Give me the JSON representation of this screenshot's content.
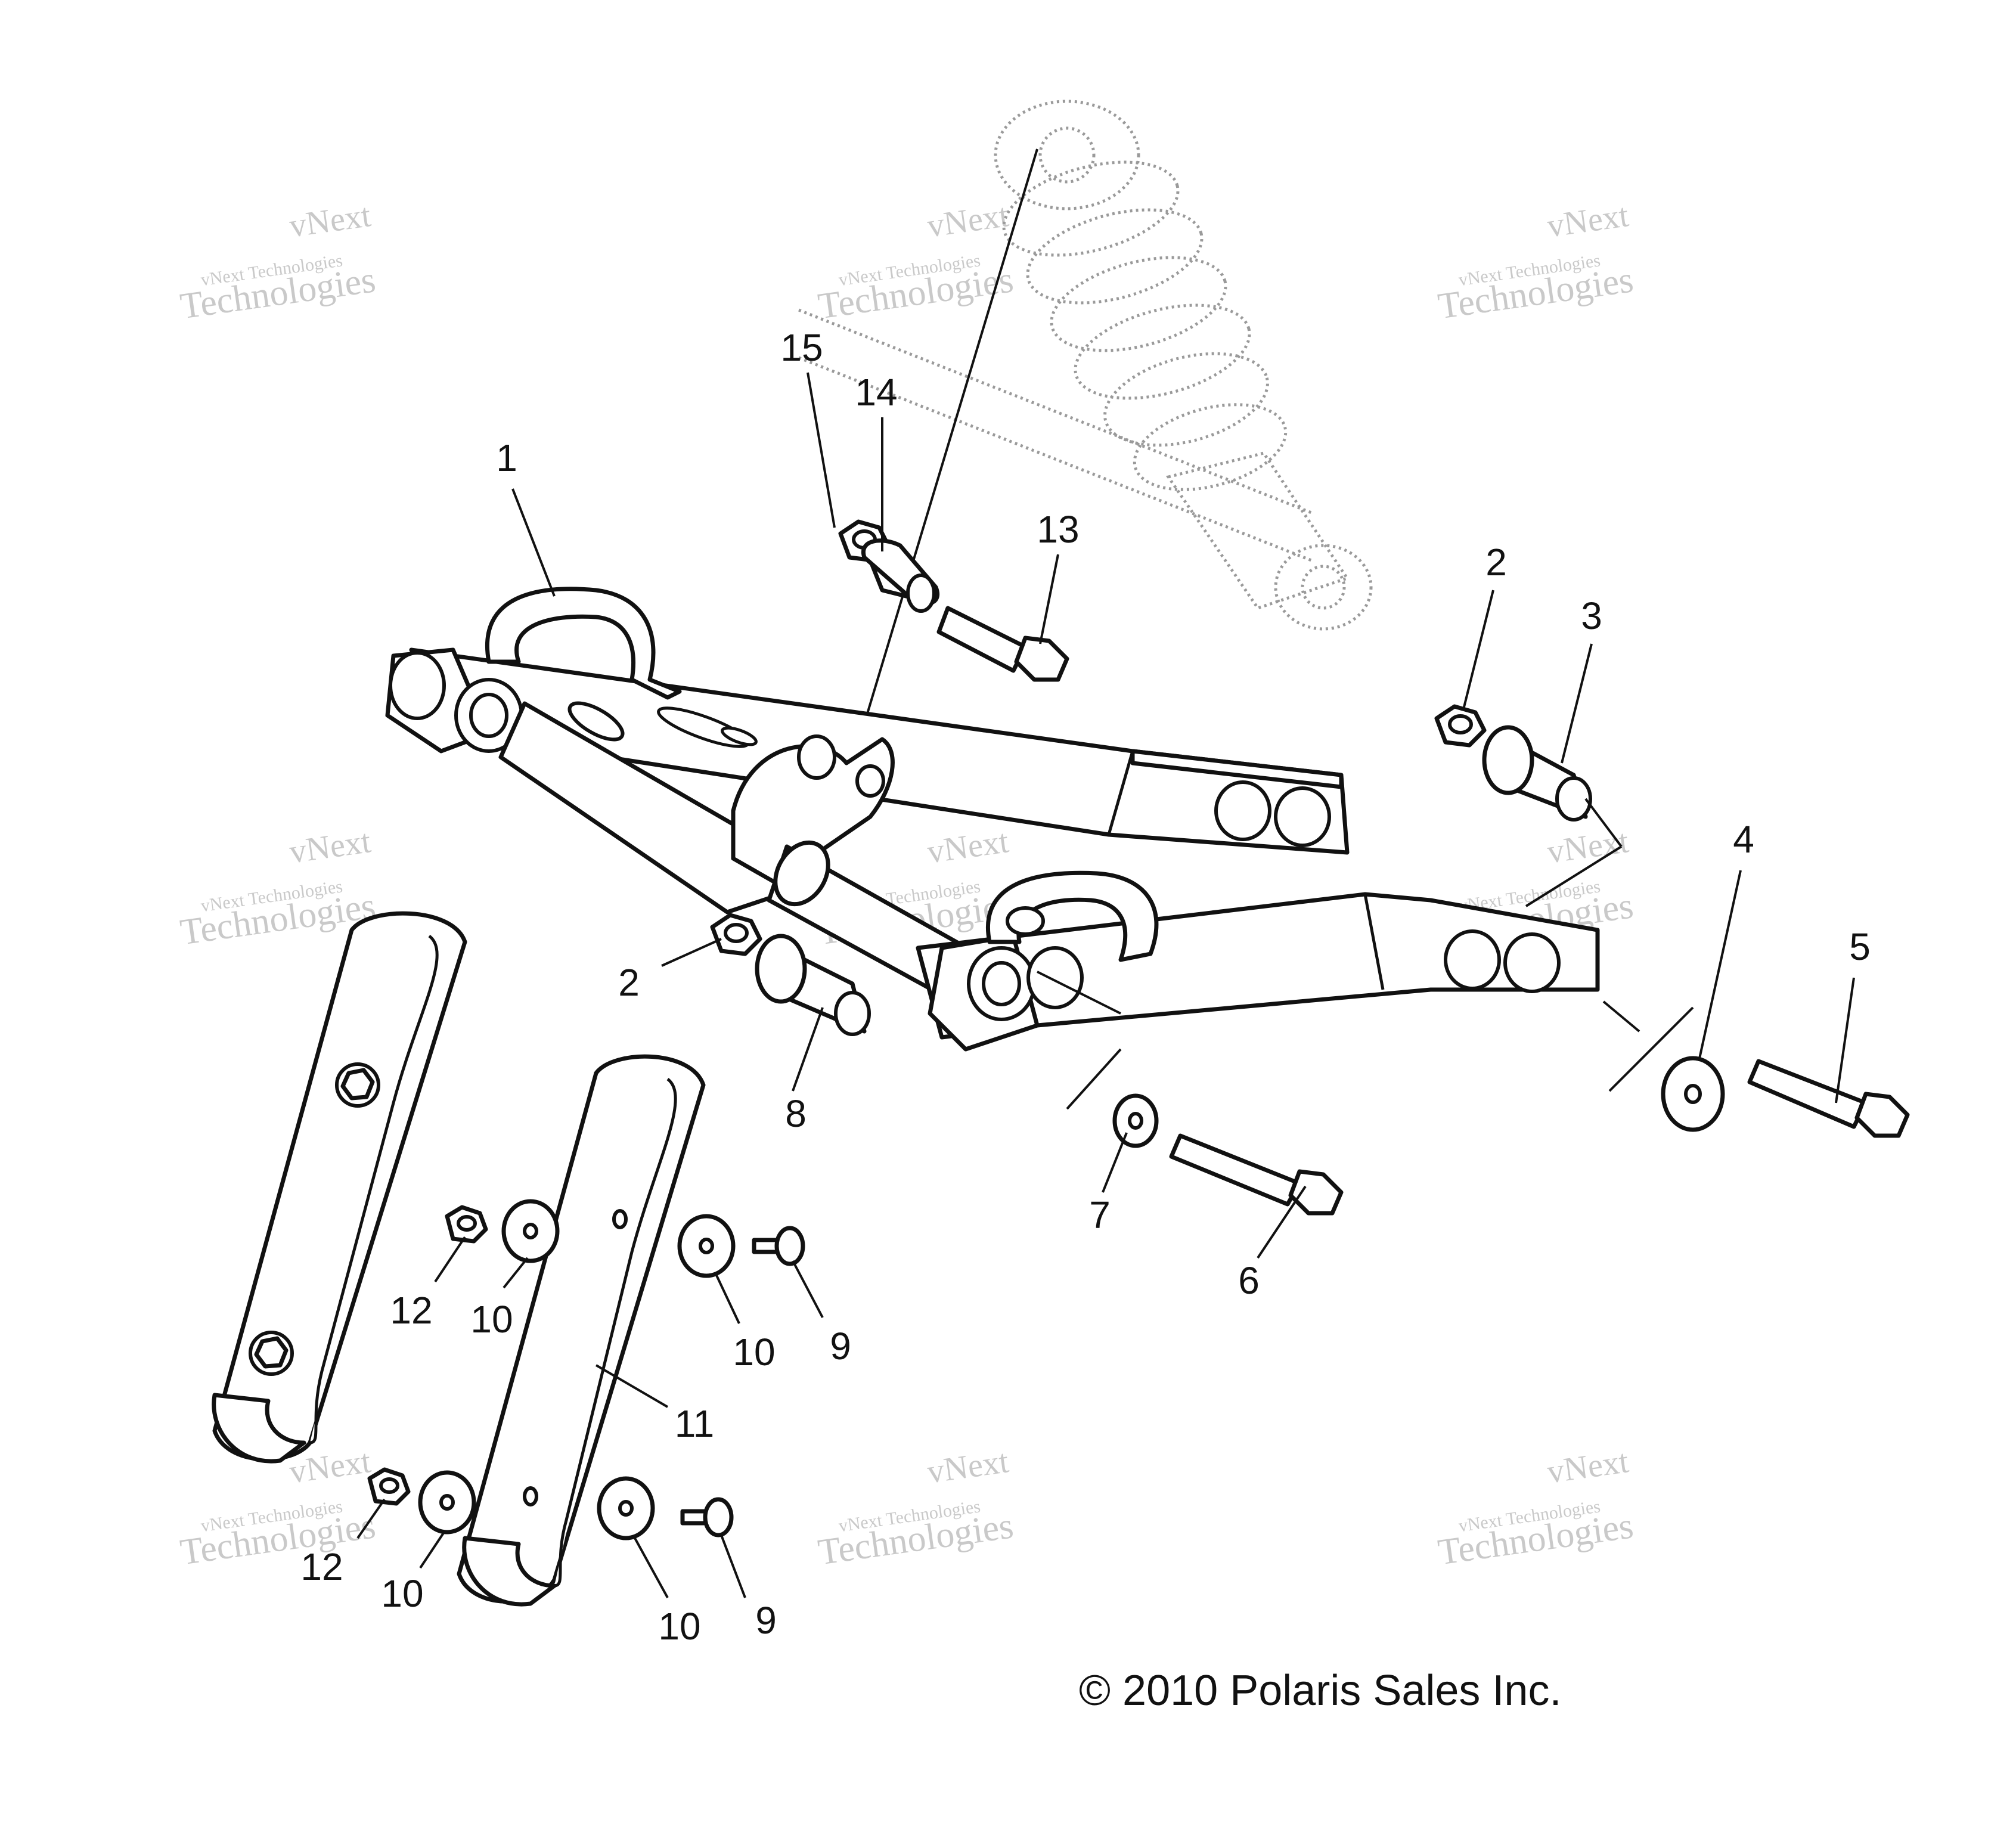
{
  "copyright": "© 2010 Polaris Sales Inc.",
  "watermark": {
    "brand": "vNext",
    "line1": "vNext Technologies",
    "line2": "Technologies"
  },
  "callouts": [
    {
      "id": "c1",
      "label": "1"
    },
    {
      "id": "c2a",
      "label": "2"
    },
    {
      "id": "c2b",
      "label": "2"
    },
    {
      "id": "c3",
      "label": "3"
    },
    {
      "id": "c4",
      "label": "4"
    },
    {
      "id": "c5",
      "label": "5"
    },
    {
      "id": "c6",
      "label": "6"
    },
    {
      "id": "c7",
      "label": "7"
    },
    {
      "id": "c8",
      "label": "8"
    },
    {
      "id": "c9a",
      "label": "9"
    },
    {
      "id": "c9b",
      "label": "9"
    },
    {
      "id": "c10a",
      "label": "10"
    },
    {
      "id": "c10b",
      "label": "10"
    },
    {
      "id": "c10c",
      "label": "10"
    },
    {
      "id": "c10d",
      "label": "10"
    },
    {
      "id": "c11",
      "label": "11"
    },
    {
      "id": "c12a",
      "label": "12"
    },
    {
      "id": "c12b",
      "label": "12"
    },
    {
      "id": "c13",
      "label": "13"
    },
    {
      "id": "c14",
      "label": "14"
    },
    {
      "id": "c15",
      "label": "15"
    }
  ]
}
